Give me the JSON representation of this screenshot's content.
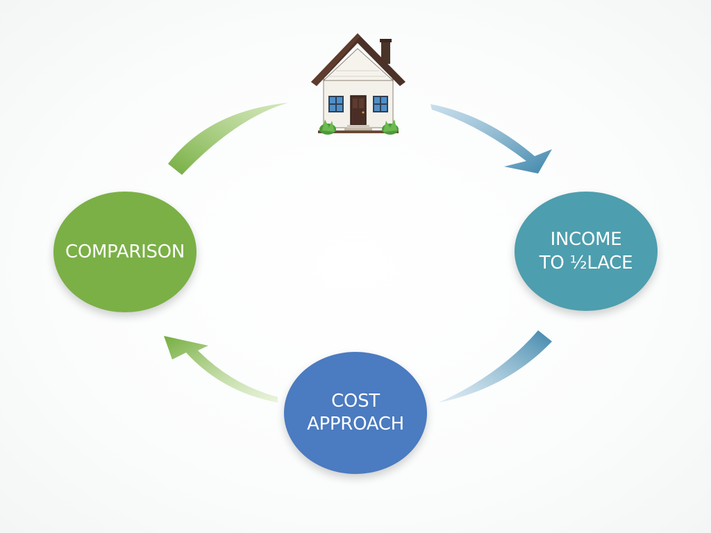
{
  "colors": {
    "comparison": "#7bb046",
    "income": "#4d9eae",
    "cost": "#4b7bc0",
    "arrow_green": "#7ab044",
    "arrow_blue": "#4d8fb0"
  },
  "icons": {
    "house": "house-icon"
  },
  "nodes": {
    "comparison": "COMPARISON",
    "income": "INCOME\nTO ½LACE",
    "cost": "COST\nAPPROACH"
  }
}
